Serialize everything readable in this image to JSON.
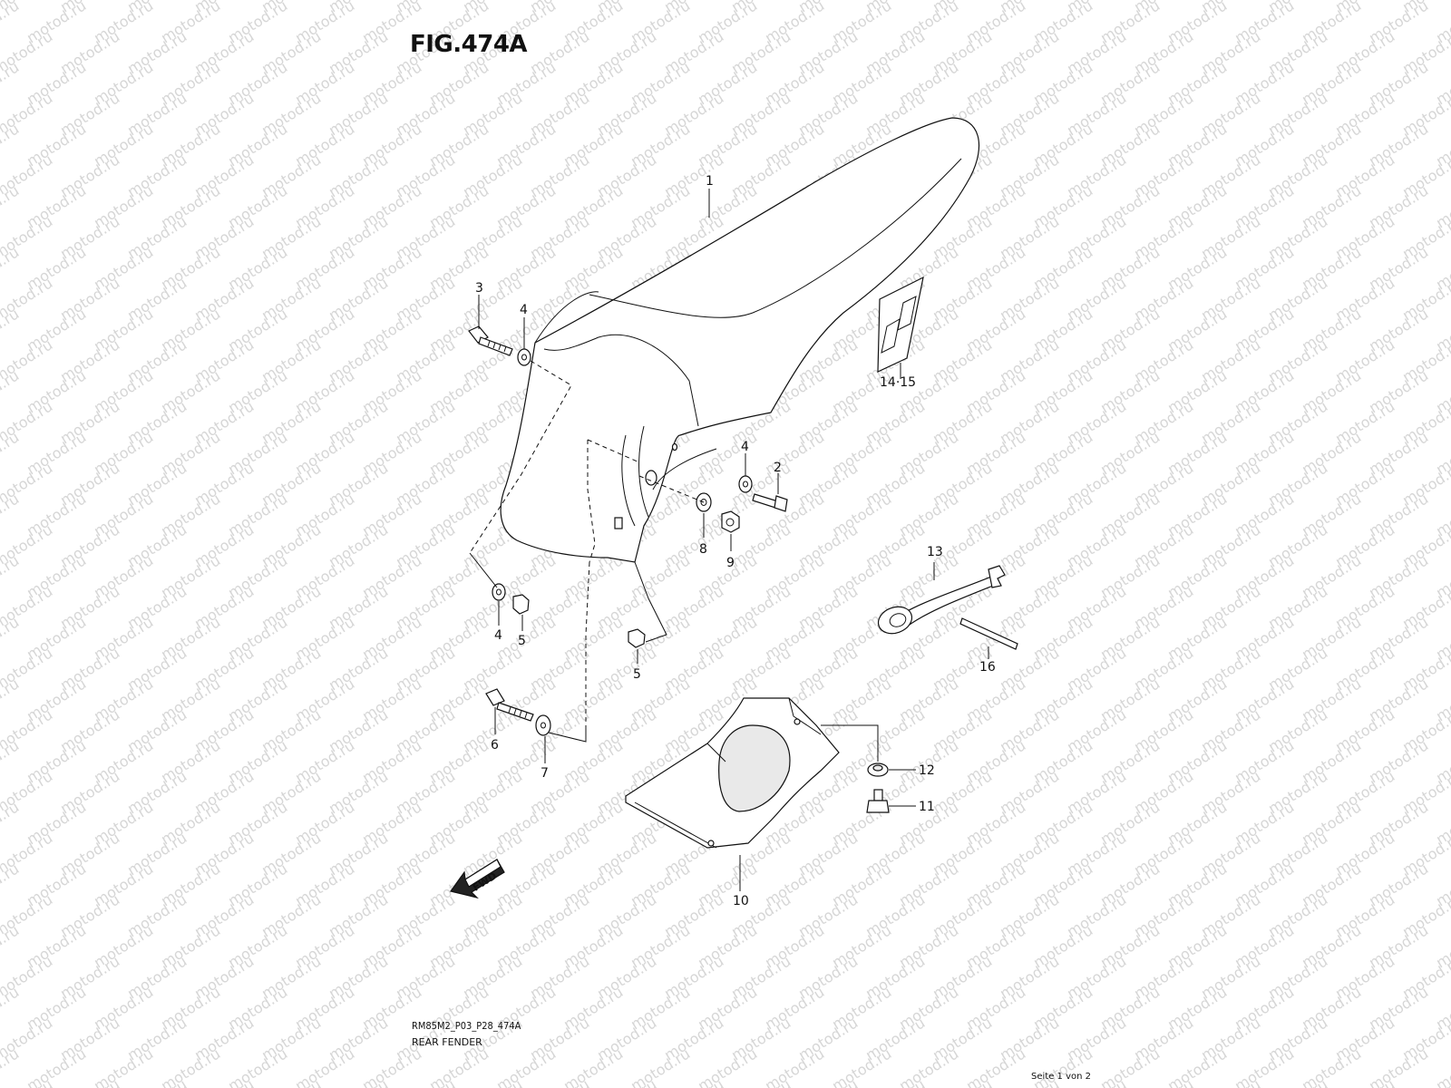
{
  "figure": {
    "title": "FIG.474A",
    "code": "RM85M2_P03_P28_474A",
    "name": "REAR FENDER"
  },
  "page": {
    "pager": "Seite 1 von 2"
  },
  "watermark": {
    "text": "motod.ru",
    "color": "#d6d6d6"
  },
  "fwd_label": "FWD",
  "callouts": {
    "c1": "1",
    "c2": "2",
    "c3": "3",
    "c4a": "4",
    "c4b": "4",
    "c4c": "4",
    "c5a": "5",
    "c5b": "5",
    "c6": "6",
    "c7": "7",
    "c8": "8",
    "c9": "9",
    "c10": "10",
    "c11": "11",
    "c12": "12",
    "c13": "13",
    "c1415": "14·15",
    "c16": "16"
  }
}
